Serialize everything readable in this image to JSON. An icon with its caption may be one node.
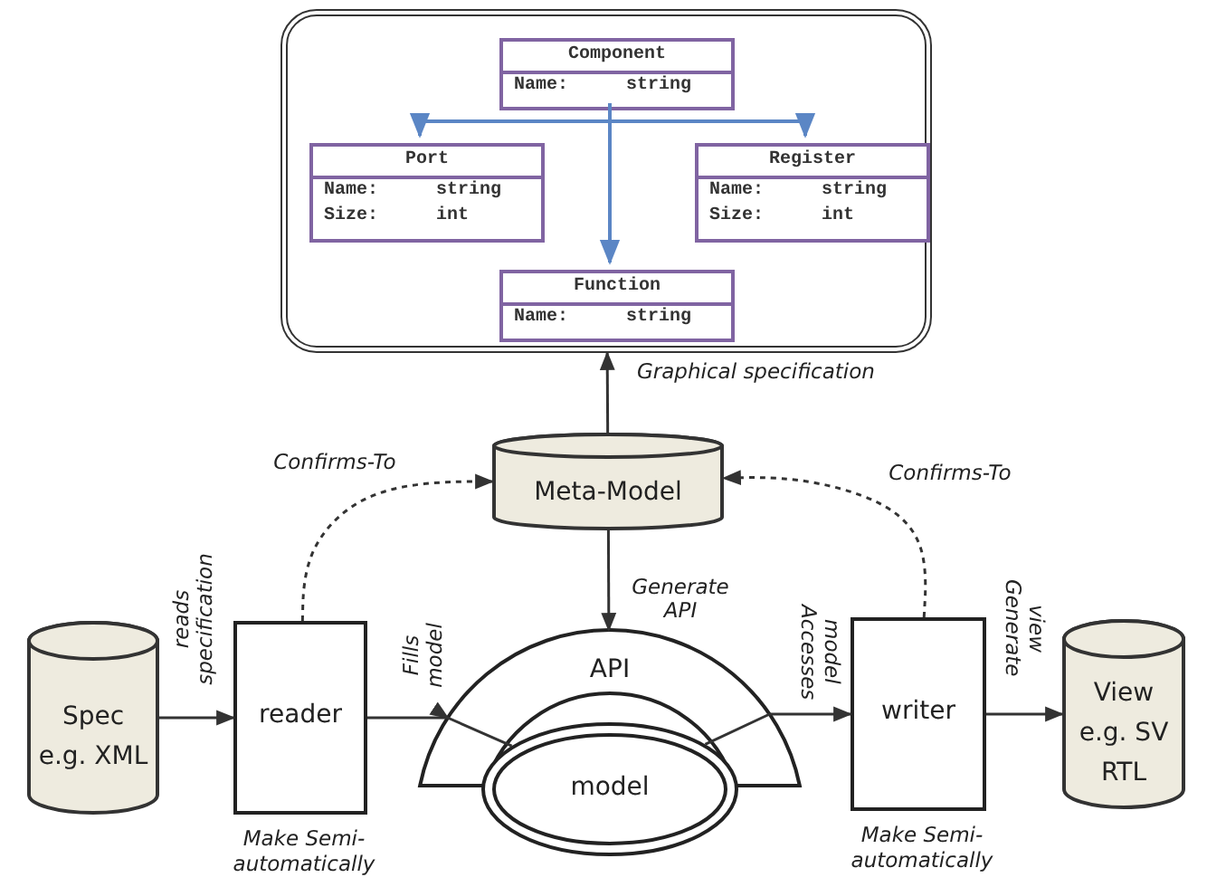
{
  "diagram": {
    "nodes": [
      {
        "text": [],
        "shape": "box"
      },
      {
        "text": [
          "Component",
          "Name:",
          "string"
        ],
        "in": 0
      },
      {
        "text": [
          "Port",
          "Name:",
          "string",
          "Size:",
          "int"
        ],
        "in": 0
      },
      {
        "text": [
          "Register",
          "Name:",
          "string",
          "Size:",
          "int"
        ],
        "in": 0
      },
      {
        "text": [
          "Function",
          "Name:",
          "string"
        ],
        "in": 0
      },
      {
        "text": [
          "Meta-Model"
        ]
      },
      {
        "text": [
          "Spec e.g. XML"
        ]
      },
      {
        "text": [
          "reader"
        ],
        "beside": [
          "Make Semi-automatically"
        ]
      },
      {
        "text": [
          "API"
        ]
      },
      {
        "text": [
          "model"
        ]
      },
      {
        "text": [
          "writer"
        ],
        "beside": [
          "Make Semi-automatically"
        ]
      },
      {
        "text": [
          "View e.g. SV RTL"
        ]
      }
    ],
    "edges": [
      {
        "from": 1,
        "to": 2,
        "arrow": "to",
        "color": "#5b86c5"
      },
      {
        "from": 1,
        "to": 3,
        "arrow": "to",
        "color": "#5b86c5"
      },
      {
        "from": 1,
        "to": 4,
        "arrow": "to",
        "color": "#5b86c5"
      },
      {
        "from": 5,
        "to": 0,
        "arrow": "to",
        "label": "Graphical specification"
      },
      {
        "from": 7,
        "to": 5,
        "arrow": "to",
        "label": "Confirms-To",
        "style": "dashed"
      },
      {
        "from": 10,
        "to": 5,
        "arrow": "to",
        "label": "Confirms-To",
        "style": "dashed"
      },
      {
        "from": 5,
        "to": 8,
        "arrow": "to",
        "label": "Generate API"
      },
      {
        "from": 6,
        "to": 7,
        "arrow": "to",
        "label": "reads specification"
      },
      {
        "from": 7,
        "to": 8,
        "arrow": "to",
        "label": "Fills model"
      },
      {
        "from": 8,
        "to": 9,
        "arrow": "none"
      },
      {
        "from": 9,
        "to": 8,
        "arrow": "none"
      },
      {
        "from": 8,
        "to": 10,
        "arrow": "to",
        "label": "Accesses model"
      },
      {
        "from": 10,
        "to": 11,
        "arrow": "to",
        "label": "Generate view"
      }
    ]
  }
}
